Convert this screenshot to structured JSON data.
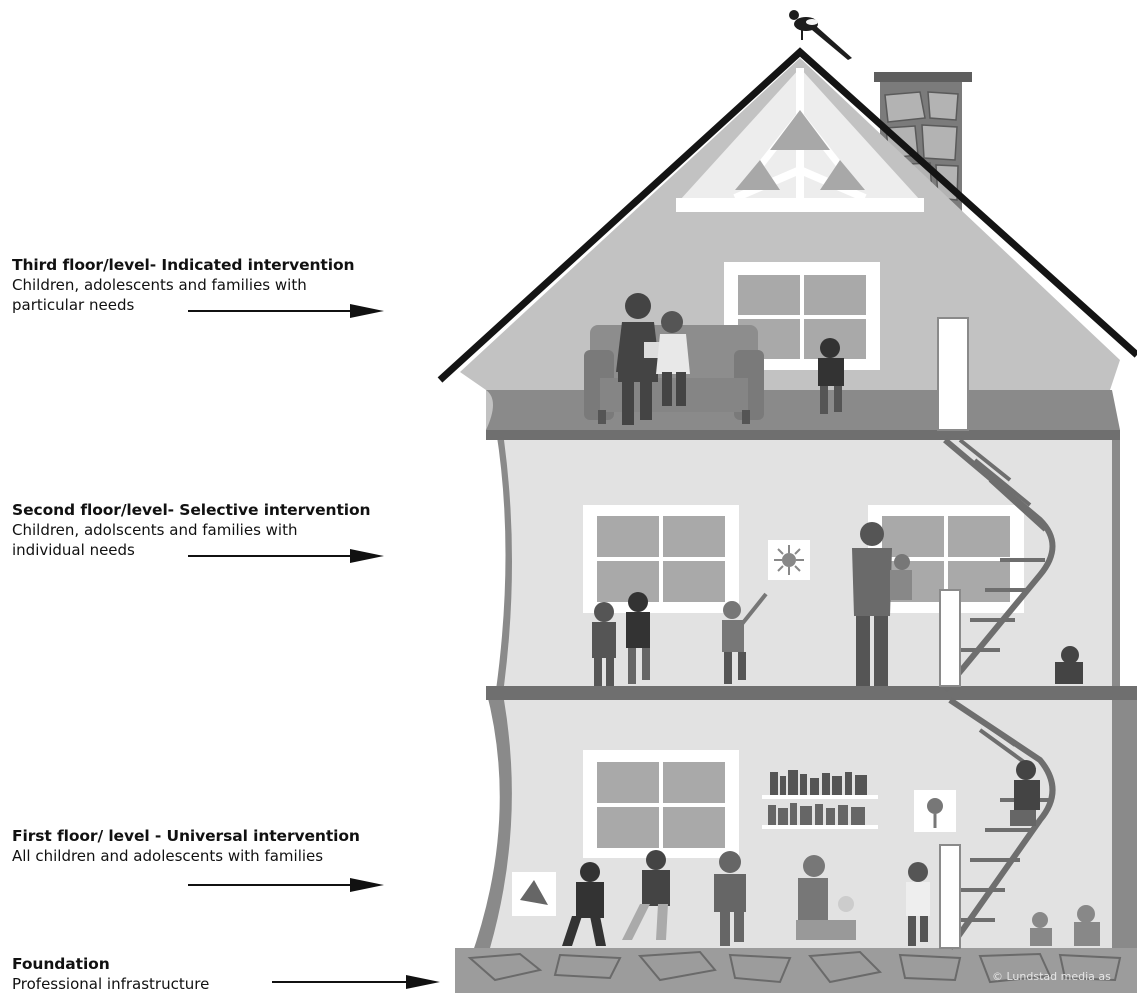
{
  "levels": {
    "third": {
      "title": "Third floor/level- Indicated intervention",
      "desc_line1": "Children, adolescents and families with",
      "desc_line2": "particular needs"
    },
    "second": {
      "title": "Second floor/level- Selective intervention",
      "desc_line1": "Children, adolscents and families with",
      "desc_line2": "individual needs"
    },
    "first": {
      "title": "First floor/ level - Universal intervention",
      "desc_line1": "All children and adolescents with families"
    },
    "foundation": {
      "title": "Foundation",
      "desc_line1": "Professional infrastructure"
    }
  },
  "credit": "© Lundstad media as",
  "colors": {
    "roof_line": "#141414",
    "attic_wall": "#b7b7b7",
    "floor_wall": "#e2e2e2",
    "frame": "#8a8a8a",
    "window_glass": "#a9a9a9",
    "foundation_stone": "#9c9c9c",
    "chimney": "#7b7b7b"
  }
}
